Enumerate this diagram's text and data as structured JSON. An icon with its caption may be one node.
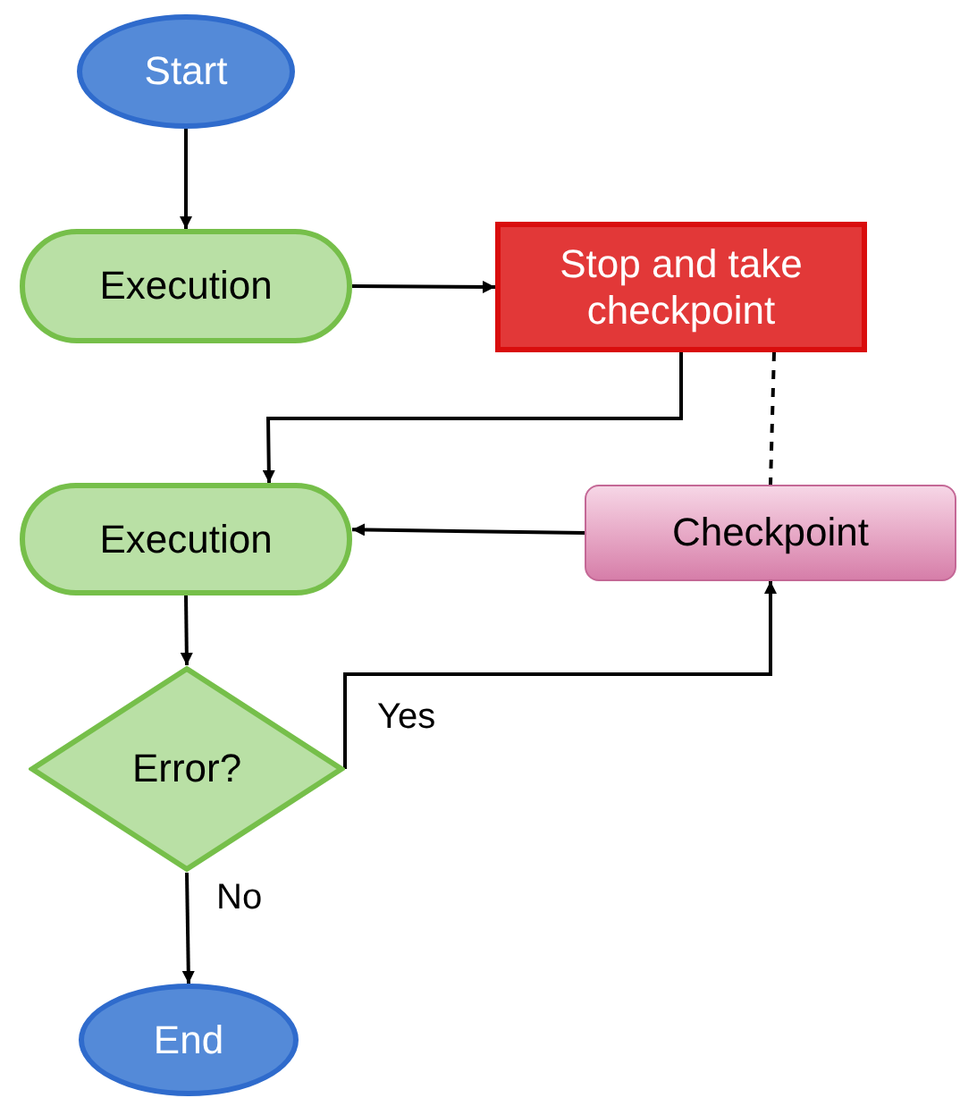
{
  "diagram": {
    "nodes": [
      {
        "text": [
          "Start"
        ]
      },
      {
        "text": [
          "Execution"
        ]
      },
      {
        "text": [
          "Stop and take checkpoint"
        ]
      },
      {
        "text": [
          "Execution"
        ]
      },
      {
        "text": [
          "Checkpoint"
        ]
      },
      {
        "text": [
          "Error?"
        ]
      },
      {
        "text": [
          "End"
        ]
      }
    ],
    "edges": [
      {
        "from": 0,
        "to": 1,
        "arrow": "to"
      },
      {
        "from": 1,
        "to": 2,
        "arrow": "to"
      },
      {
        "from": 2,
        "to": 3,
        "arrow": "to"
      },
      {
        "from": 2,
        "to": 4,
        "arrow": "none",
        "style": "dashed"
      },
      {
        "from": 4,
        "to": 3,
        "arrow": "to"
      },
      {
        "from": 3,
        "to": 5,
        "arrow": "to"
      },
      {
        "from": 5,
        "to": 4,
        "arrow": "to",
        "label": "Yes"
      },
      {
        "from": 5,
        "to": 6,
        "arrow": "to",
        "label": "No"
      }
    ]
  }
}
